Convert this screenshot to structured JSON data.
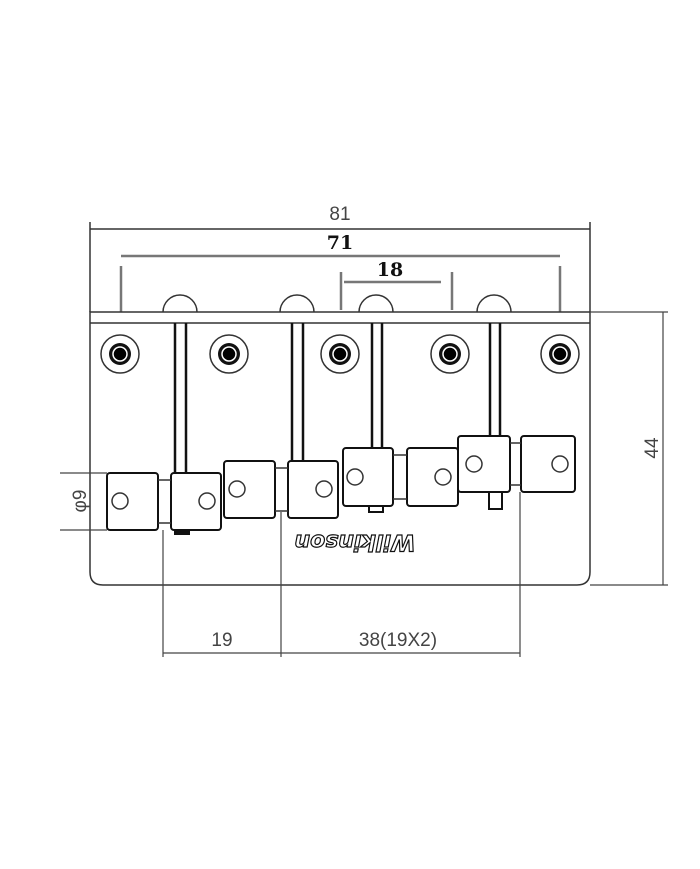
{
  "title": "Bass bridge dimension drawing",
  "dimensions": {
    "overall_width": "81",
    "string_span": "71",
    "string_spacing": "18",
    "height": "44",
    "saddle_diameter": "φ9",
    "spacing_single": "19",
    "spacing_double": "38(19X2)"
  },
  "logo_text": "Wilkinson",
  "mounting_holes": 5,
  "saddles": 4
}
